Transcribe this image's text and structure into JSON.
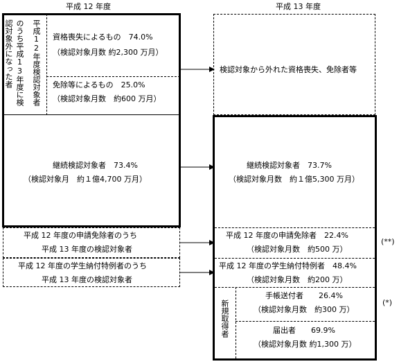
{
  "headers": {
    "left": "平成 12 年度",
    "right": "平成 13 年度"
  },
  "left_block": {
    "vertical_outer": "認対象外になった者",
    "vertical_outer2": "のうち平成13年度に検",
    "vertical_inner": "平成12年度検認対象者",
    "item1_line1": "資格喪失によるもの　74.0%",
    "item1_line2": "（検認対象月数 約2,300 万月）",
    "item2_line1": "免除等によるもの　25.0%",
    "item2_line2": "（検認対象月数　約600 万月）",
    "continuing_line1": "継続検認対象者　73.4%",
    "continuing_line2": "（検認対象月　約１億4,700 万月）",
    "exempt_line1": "平成 12 年度の申請免除者のうち",
    "exempt_line2": "平成 13 年度の検認対象者",
    "student_line1": "平成 12 年度の学生納付特例者のうち",
    "student_line2": "平成 13 年度の検認対象者"
  },
  "right_block": {
    "excluded": "検認対象から外れた資格喪失、免除者等",
    "continuing_line1": "継続検認対象者　73.7%",
    "continuing_line2": "（検認対象月数　約１億5,300 万月）",
    "exempt_line1": "平成 12 年度の申請免除者　22.4%",
    "exempt_line2": "（検認対象月数　約500 万）",
    "student_line1": "平成 12 年度の学生納付特例者　48.4%",
    "student_line2": "（検認対象月数　約200 万）",
    "new_vertical": "新規取得者",
    "handbook_line1": "手帳送付者　　26.4%",
    "handbook_line2": "（検認対象月数　約300 万）",
    "notified_line1": "届出者　　69.9%",
    "notified_line2": "（検認対象月数 約1,300 万）"
  },
  "notes": {
    "double_star": "(**)",
    "single_star": "(*)"
  }
}
